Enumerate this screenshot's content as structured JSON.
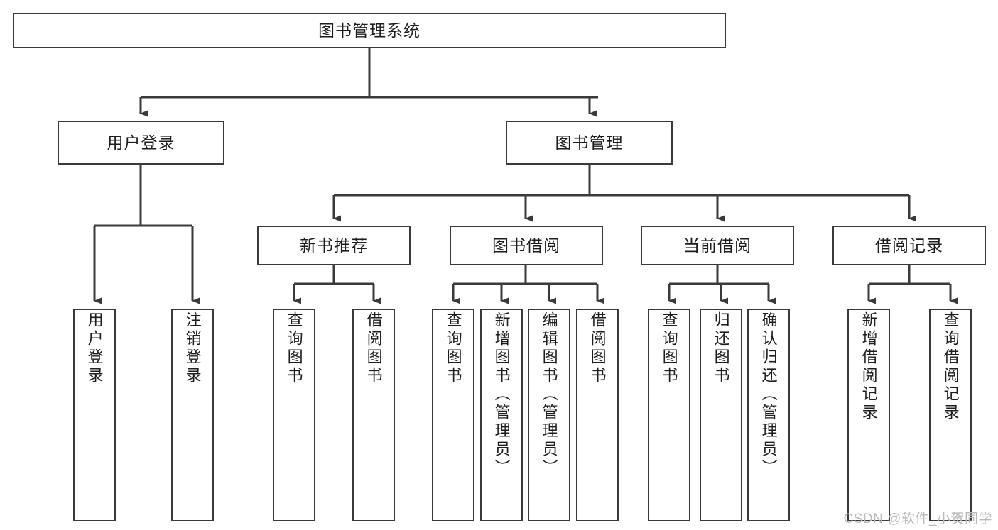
{
  "diagram": {
    "type": "tree",
    "title": "图书管理系统",
    "orientation": "top-down",
    "colors": {
      "box_border": "#3a3a3a",
      "box_fill": "#ffffff",
      "edge": "#3a3a3a",
      "text": "#1d1d1d",
      "watermark": "#b9b9b9"
    },
    "root": {
      "label": "图书管理系统"
    },
    "level2": [
      {
        "label": "用户登录"
      },
      {
        "label": "图书管理"
      }
    ],
    "level3": [
      {
        "label": "新书推荐"
      },
      {
        "label": "图书借阅"
      },
      {
        "label": "当前借阅"
      },
      {
        "label": "借阅记录"
      }
    ],
    "leaves": {
      "user_login": [
        {
          "label": "用户登录"
        },
        {
          "label": "注销登录"
        }
      ],
      "new_book_recommend": [
        {
          "label": "查询图书"
        },
        {
          "label": "借阅图书"
        }
      ],
      "book_borrow": [
        {
          "label": "查询图书"
        },
        {
          "label": "新增图书（管理员）"
        },
        {
          "label": "编辑图书（管理员）"
        },
        {
          "label": "借阅图书"
        }
      ],
      "current_borrow": [
        {
          "label": "查询图书"
        },
        {
          "label": "归还图书"
        },
        {
          "label": "确认归还（管理员）"
        }
      ],
      "borrow_record": [
        {
          "label": "新增借阅记录"
        },
        {
          "label": "查询借阅记录"
        }
      ]
    }
  },
  "watermark": {
    "text": "CSDN @软件_小贺同学"
  }
}
